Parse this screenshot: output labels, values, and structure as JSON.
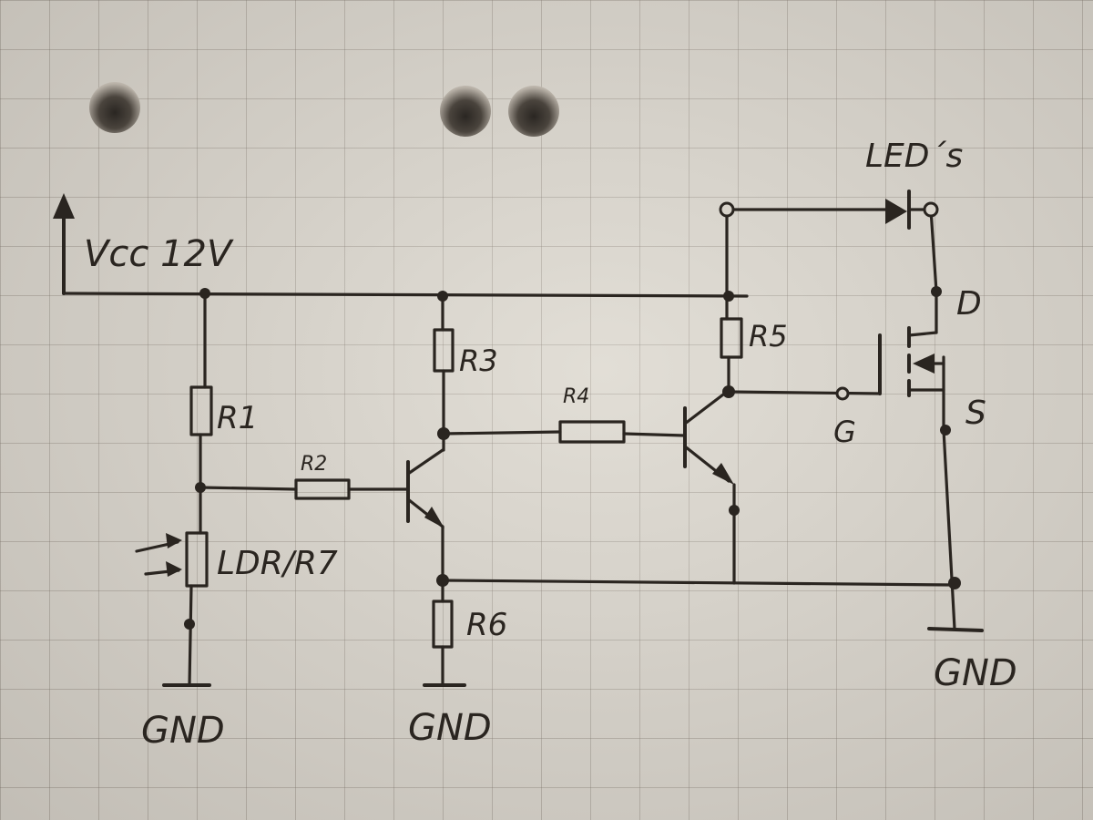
{
  "diagram": {
    "supply_label": "Vcc 12V",
    "leds_label": "LED´s",
    "resistors": {
      "r1": "R1",
      "r2": "R2",
      "r3": "R3",
      "r4": "R4",
      "r5": "R5",
      "r6": "R6",
      "ldr": "LDR/R7"
    },
    "mosfet_pins": {
      "drain": "D",
      "gate": "G",
      "source": "S"
    },
    "grounds": [
      "GND",
      "GND",
      "GND"
    ]
  }
}
